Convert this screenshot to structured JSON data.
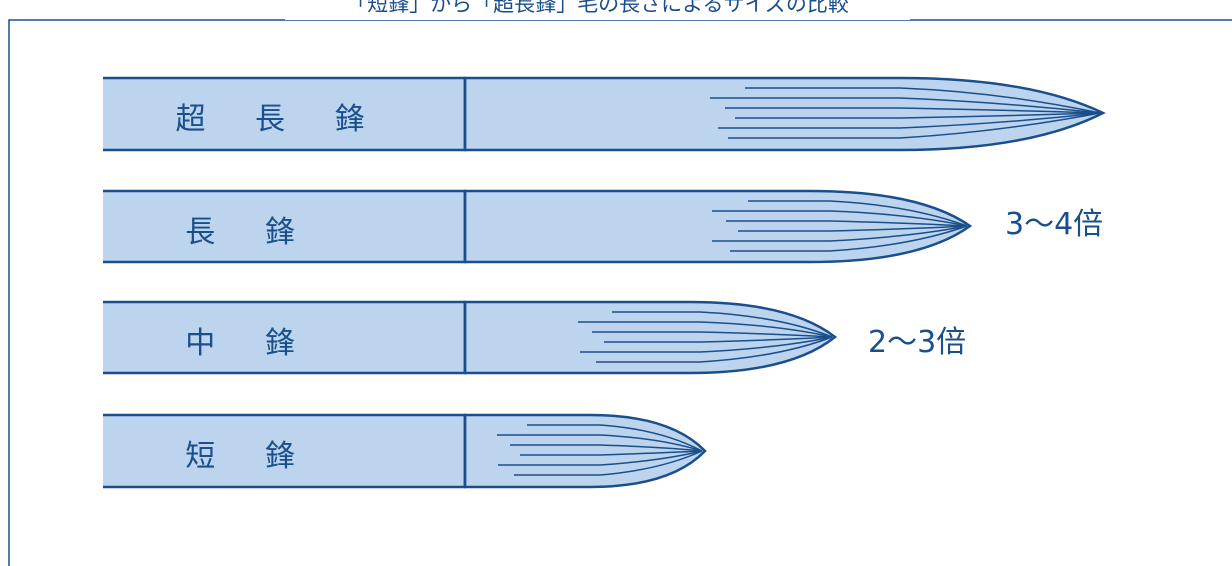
{
  "title": "「短鋒」から「超長鋒」毛の長さによるサイズの比較",
  "brushes": [
    {
      "label": "超 長 鋒"
    },
    {
      "label": "長 鋒"
    },
    {
      "label": "中 鋒"
    },
    {
      "label": "短 鋒"
    }
  ],
  "ratios": [
    {
      "text": "3〜4倍"
    },
    {
      "text": "2〜3倍"
    }
  ],
  "colors": {
    "line": "#1a4f8b",
    "fill": "#bcd4ee",
    "background": "#ffffff"
  }
}
